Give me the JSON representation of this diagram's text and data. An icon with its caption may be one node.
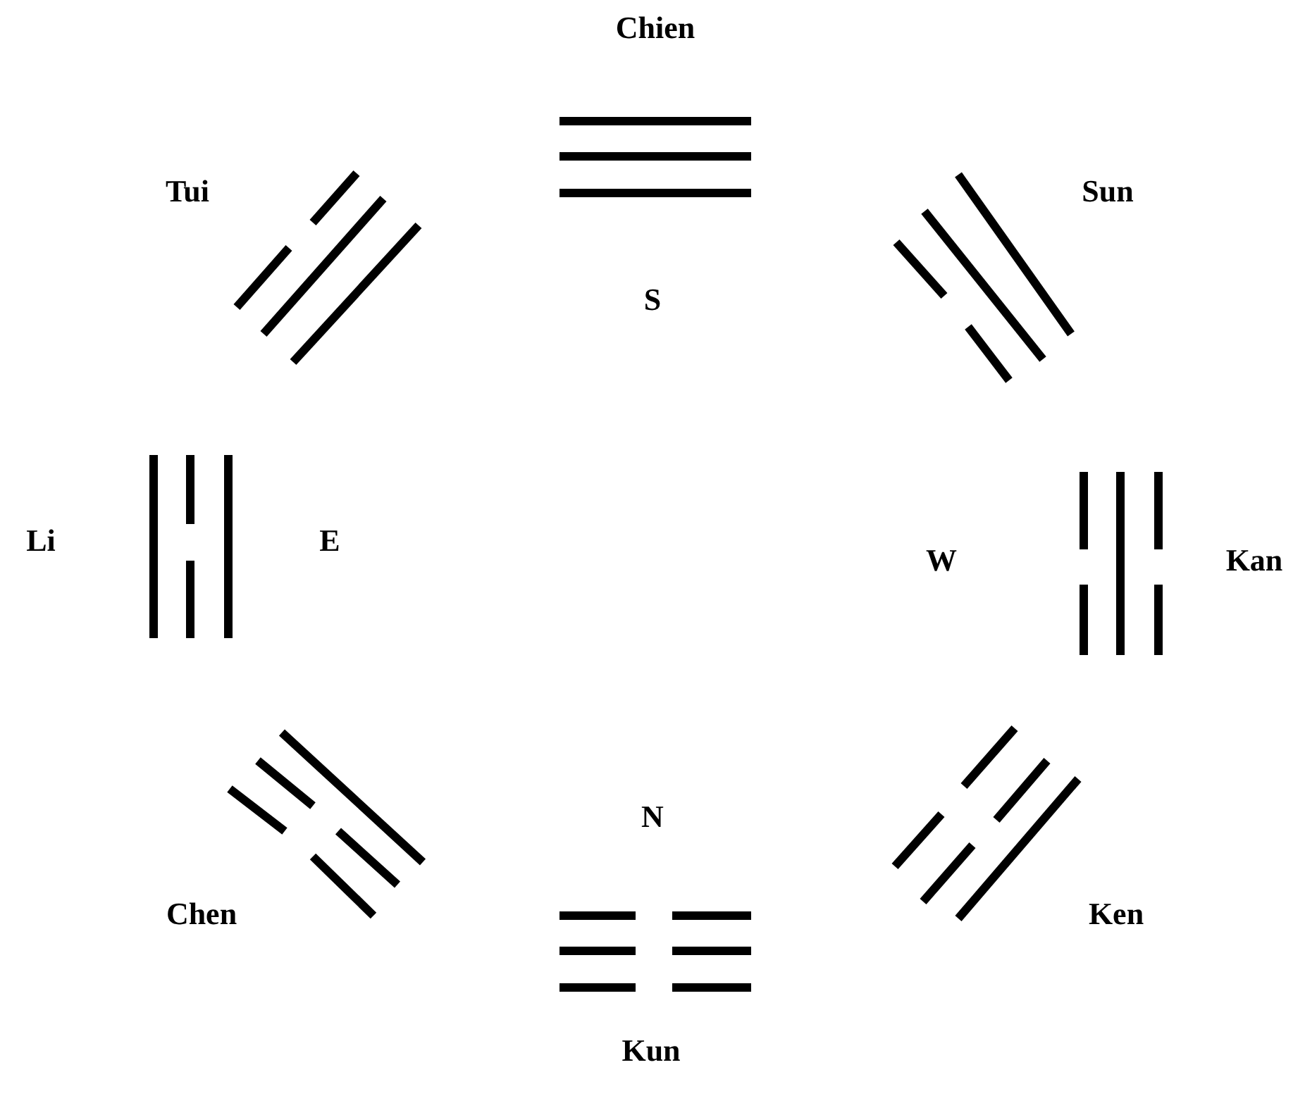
{
  "diagram": {
    "labels": [
      "Chien",
      "Tui",
      "Sun",
      "S",
      "Li",
      "E",
      "W",
      "Kan",
      "N",
      "Chen",
      "Ken",
      "Kun"
    ]
  }
}
